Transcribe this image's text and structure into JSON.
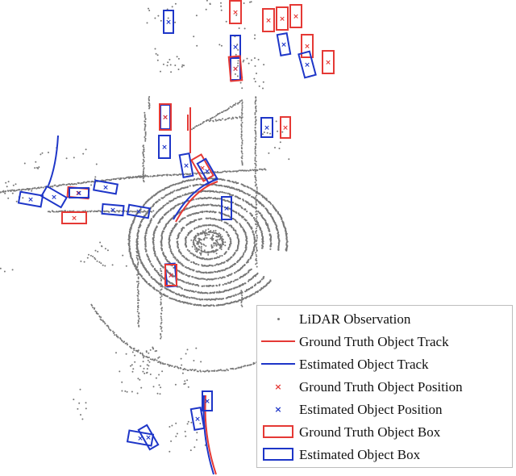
{
  "legend": {
    "items": [
      {
        "label": "LiDAR Observation",
        "marker": "gray-dot",
        "color": "#777777"
      },
      {
        "label": "Ground Truth Object Track",
        "marker": "line",
        "color": "#e53935"
      },
      {
        "label": "Estimated Object Track",
        "marker": "line",
        "color": "#1e36c8"
      },
      {
        "label": "Ground Truth Object Position",
        "marker": "x",
        "color": "#e53935"
      },
      {
        "label": "Estimated Object Position",
        "marker": "x",
        "color": "#1e36c8"
      },
      {
        "label": "Ground Truth Object Box",
        "marker": "rect",
        "color": "#e53935"
      },
      {
        "label": "Estimated Object Box",
        "marker": "rect",
        "color": "#1e36c8"
      }
    ]
  },
  "colors": {
    "lidar": "#777777",
    "ground_truth": "#e53935",
    "estimated": "#1e36c8"
  }
}
